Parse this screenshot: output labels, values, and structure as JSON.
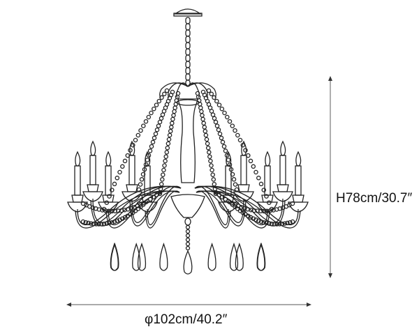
{
  "product": "chandelier",
  "dimensions": {
    "height_label": "H78cm/30.7″",
    "diameter_label": "φ102cm/40.2″"
  },
  "colors": {
    "line": "#222222",
    "dimension_line": "#777777",
    "text": "#111111"
  }
}
